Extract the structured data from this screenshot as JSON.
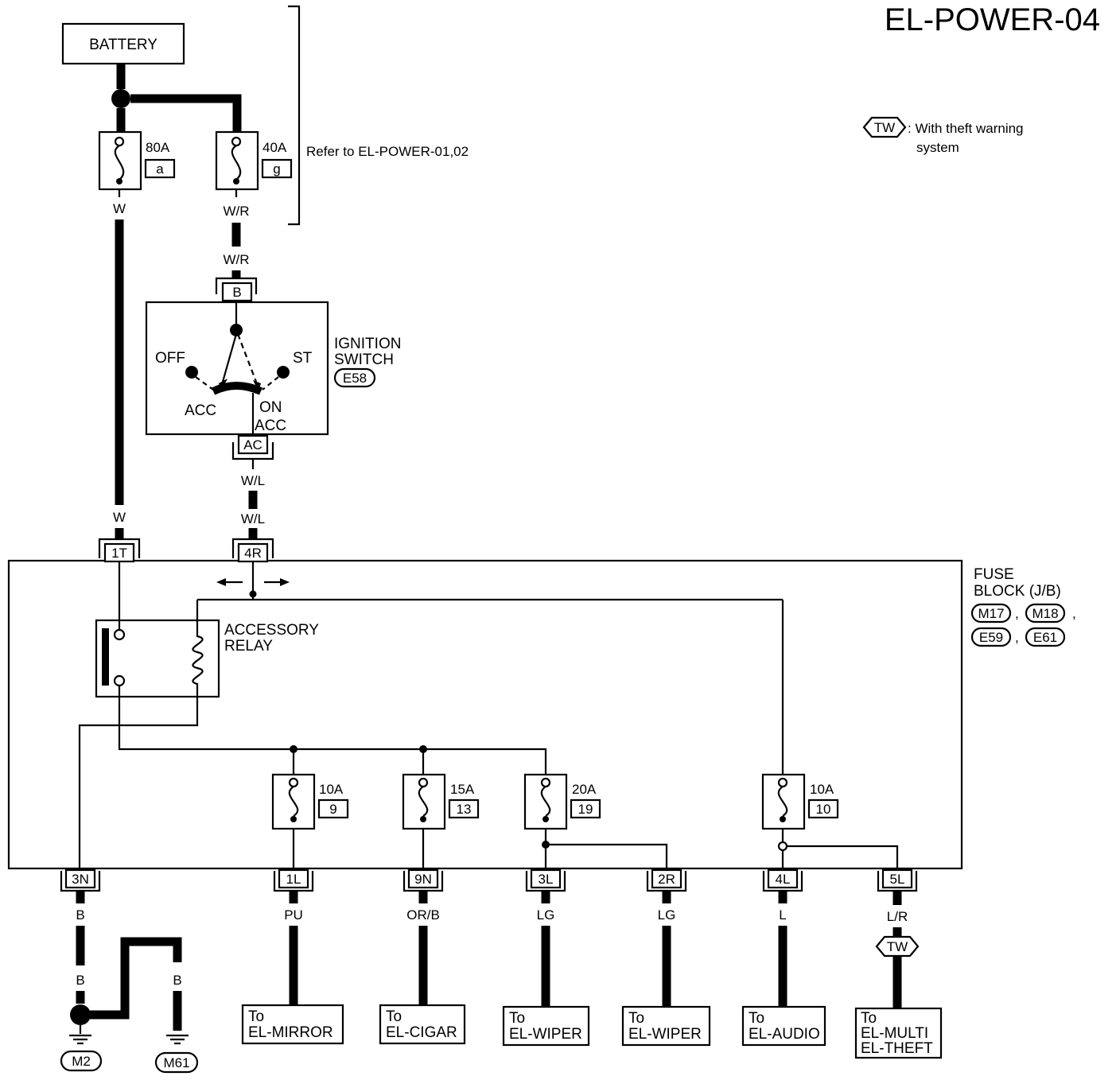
{
  "title": "EL-POWER-04",
  "legend": {
    "tw_code": "TW",
    "tw_line1": ": With theft warning",
    "tw_line2": "system"
  },
  "battery": "BATTERY",
  "fusible_links": [
    {
      "amp": "80A",
      "code": "a",
      "wire": "W"
    },
    {
      "amp": "40A",
      "code": "g",
      "wire": "W/R"
    }
  ],
  "refer_note": "Refer to EL-POWER-01,02",
  "ignition": {
    "wire_in": "W/R",
    "terminal_b": "B",
    "title1": "IGNITION",
    "title2": "SWITCH",
    "connector": "E58",
    "pos_off": "OFF",
    "pos_st": "ST",
    "pos_acc": "ACC",
    "pos_on": "ON",
    "pos_acc2": "ACC",
    "terminal_ac": "AC",
    "wire_out1": "W/L",
    "wire_out2": "W/L"
  },
  "battery_wire_lower": "W",
  "fuse_block": {
    "title1": "FUSE",
    "title2": "BLOCK (J/B)",
    "connectors": [
      "M17",
      "M18",
      "E59",
      "E61"
    ],
    "sep": ",",
    "in_terminals": [
      "1T",
      "4R"
    ]
  },
  "relay": {
    "line1": "ACCESSORY",
    "line2": "RELAY"
  },
  "fuses": [
    {
      "amp": "10A",
      "num": "9"
    },
    {
      "amp": "15A",
      "num": "13"
    },
    {
      "amp": "20A",
      "num": "19"
    },
    {
      "amp": "10A",
      "num": "10"
    }
  ],
  "outputs": [
    {
      "terminal": "3N",
      "wire": "B"
    },
    {
      "terminal": "1L",
      "wire": "PU",
      "to1": "To",
      "to2": "EL-MIRROR"
    },
    {
      "terminal": "9N",
      "wire": "OR/B",
      "to1": "To",
      "to2": "EL-CIGAR"
    },
    {
      "terminal": "3L",
      "wire": "LG",
      "to1": "To",
      "to2": "EL-WIPER"
    },
    {
      "terminal": "2R",
      "wire": "LG",
      "to1": "To",
      "to2": "EL-WIPER"
    },
    {
      "terminal": "4L",
      "wire": "L",
      "to1": "To",
      "to2": "EL-AUDIO"
    },
    {
      "terminal": "5L",
      "wire": "L/R",
      "tw": "TW",
      "to1": "To",
      "to2": "EL-MULTI",
      "to3": "EL-THEFT"
    }
  ],
  "ground": {
    "wire_b1": "B",
    "wire_b2": "B",
    "wire_b3": "B",
    "g1": "M2",
    "g2": "M61"
  }
}
